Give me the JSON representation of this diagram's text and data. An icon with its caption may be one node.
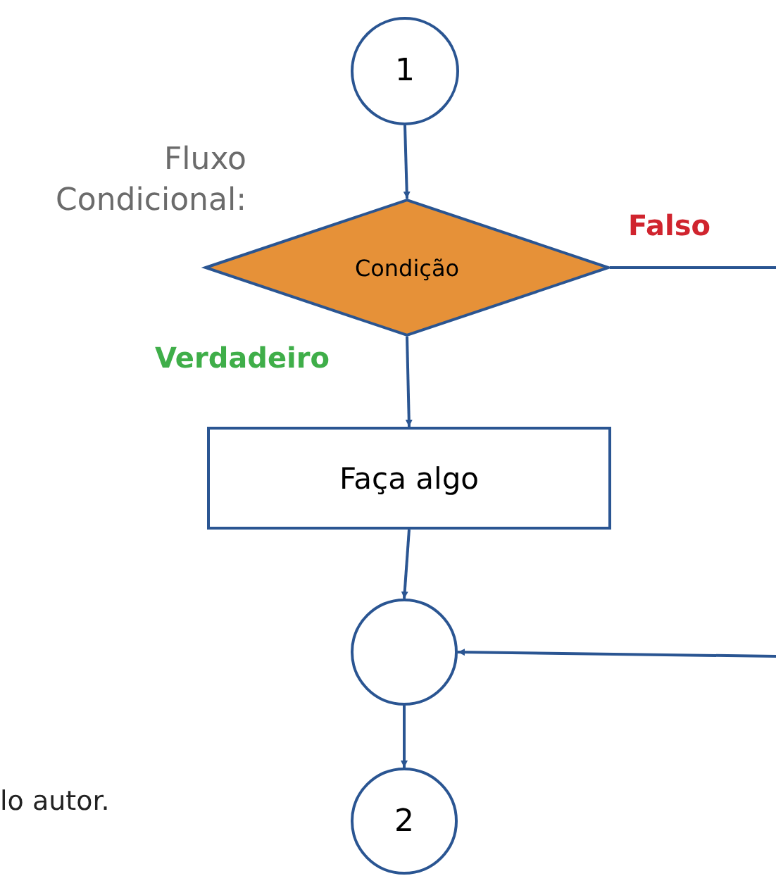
{
  "diagram": {
    "nodes": [
      {
        "text": [
          "1"
        ]
      },
      {
        "text": [
          "Condição"
        ]
      },
      {
        "text": [
          "Faça algo"
        ]
      },
      {
        "text": [],
        "shape": "circle"
      },
      {
        "text": [
          "2"
        ]
      }
    ],
    "edges": [
      {
        "from": 0,
        "to": 1,
        "arrow": "to"
      },
      {
        "from": 1,
        "to": null,
        "arrow": "none",
        "label": "Falso"
      },
      {
        "from": 1,
        "to": 2,
        "arrow": "to",
        "label": "Verdadeiro"
      },
      {
        "from": 2,
        "to": 3,
        "arrow": "to"
      },
      {
        "from": null,
        "to": 3,
        "arrow": "to"
      },
      {
        "from": 3,
        "to": 4,
        "arrow": "to"
      }
    ],
    "labels": [
      "Fluxo Condicional:",
      "lo autor."
    ]
  }
}
